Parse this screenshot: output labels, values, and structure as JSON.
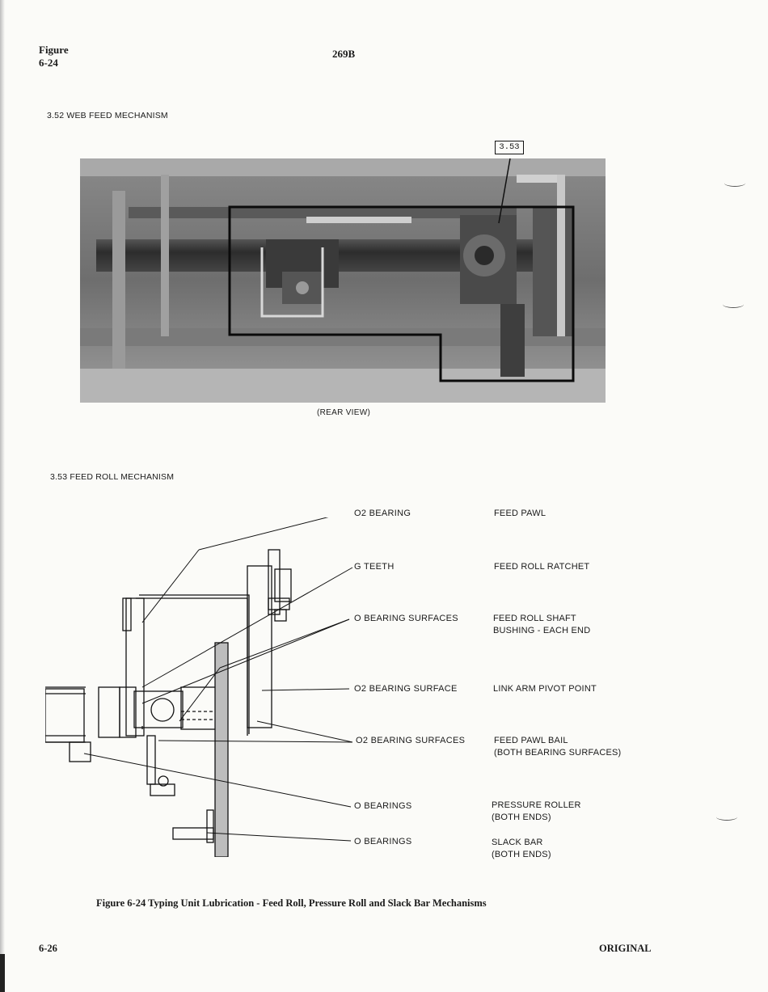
{
  "header": {
    "figure_label_line1": "Figure",
    "figure_label_line2": "6-24",
    "document_code": "269B"
  },
  "section_1": {
    "title": "3.52  WEB FEED MECHANISM",
    "callout": "3.53",
    "view_label": "(REAR VIEW)"
  },
  "section_2": {
    "title": "3.53  FEED ROLL MECHANISM",
    "entries": [
      {
        "lubricant": "O2  BEARING",
        "part": [
          "FEED PAWL"
        ]
      },
      {
        "lubricant": "G   TEETH",
        "part": [
          "FEED ROLL RATCHET"
        ]
      },
      {
        "lubricant": "O   BEARING SURFACES",
        "part": [
          "FEED ROLL SHAFT",
          "BUSHING - EACH END"
        ]
      },
      {
        "lubricant": "O2  BEARING SURFACE",
        "part": [
          "LINK ARM PIVOT POINT"
        ]
      },
      {
        "lubricant": "O2  BEARING SURFACES",
        "part": [
          "FEED PAWL BAIL",
          "(BOTH BEARING SURFACES)"
        ]
      },
      {
        "lubricant": "O   BEARINGS",
        "part": [
          "PRESSURE ROLLER",
          "(BOTH ENDS)"
        ]
      },
      {
        "lubricant": "O   BEARINGS",
        "part": [
          "SLACK BAR",
          "(BOTH ENDS)"
        ]
      }
    ]
  },
  "caption": "Figure 6-24   Typing Unit Lubrication - Feed Roll, Pressure Roll and Slack Bar Mechanisms",
  "footer": {
    "page_number": "6-26",
    "edition": "ORIGINAL"
  }
}
